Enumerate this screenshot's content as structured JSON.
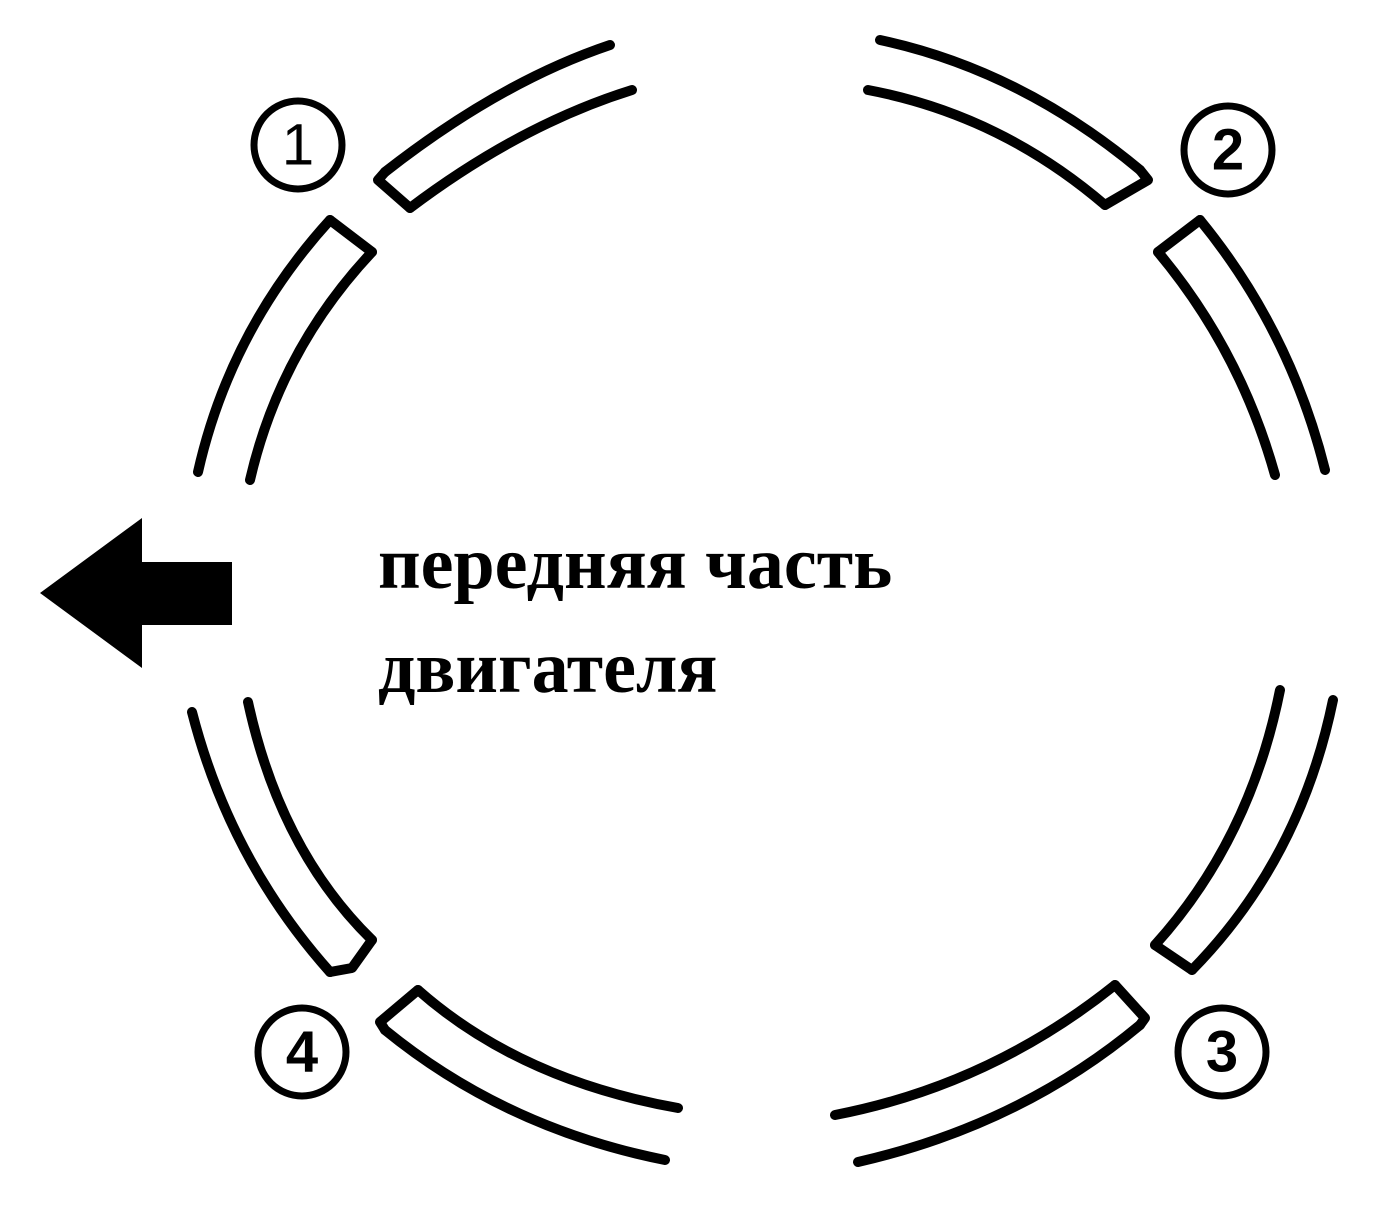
{
  "diagram": {
    "caption_lines": [
      "передняя часть",
      "двигателя"
    ],
    "markers": [
      {
        "number": "1"
      },
      {
        "number": "2"
      },
      {
        "number": "3"
      },
      {
        "number": "4"
      }
    ],
    "colors": {
      "line": "#000000",
      "background": "#ffffff"
    }
  }
}
